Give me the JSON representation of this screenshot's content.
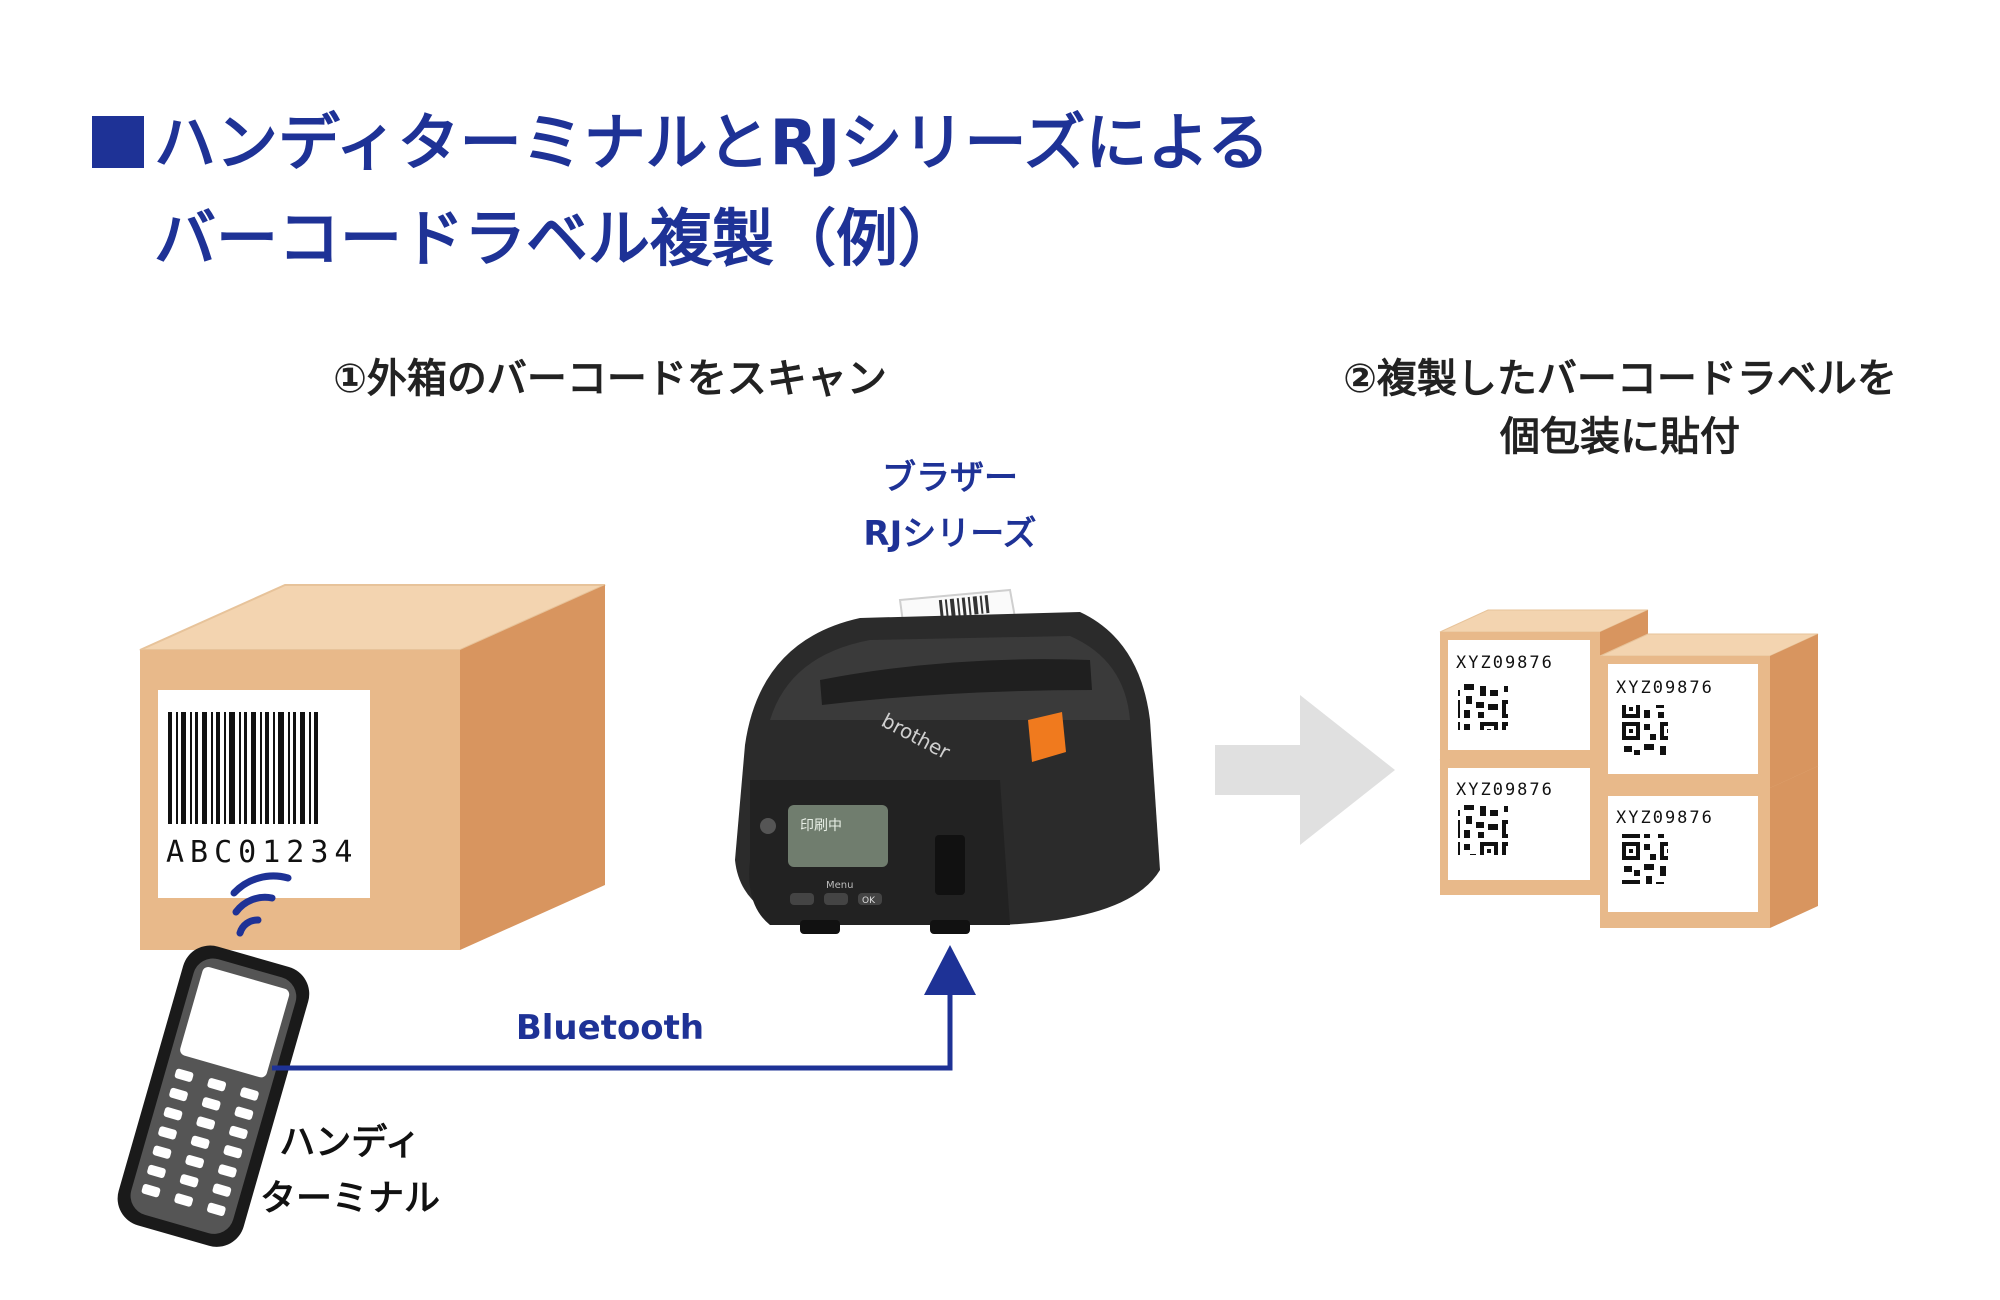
{
  "title": {
    "line1": "ハンディターミナルとRJシリーズによる",
    "line2": "バーコードラベル複製（例）"
  },
  "step1": {
    "text": "①外箱のバーコードをスキャン"
  },
  "step2": {
    "line1": "②複製したバーコードラベルを",
    "line2": "個包装に貼付"
  },
  "printer": {
    "label_line1": "ブラザー",
    "label_line2": "RJシリーズ",
    "brand": "brother",
    "screen_text": "印刷中",
    "menu_text": "Menu",
    "ok_text": "OK"
  },
  "box": {
    "barcode_text": "ABC01234"
  },
  "packages": {
    "label_text": "XYZ09876"
  },
  "connection": {
    "label": "Bluetooth"
  },
  "handy_terminal": {
    "label_line1": "ハンディ",
    "label_line2": "ターミナル"
  },
  "colors": {
    "accent": "#1e3296",
    "box_front": "#e8b98a",
    "box_top": "#f3d4b0",
    "box_side": "#d8955f",
    "arrow_gray": "#e0e0e0",
    "printer_body": "#2b2b2b",
    "printer_button": "#f07a1e"
  }
}
